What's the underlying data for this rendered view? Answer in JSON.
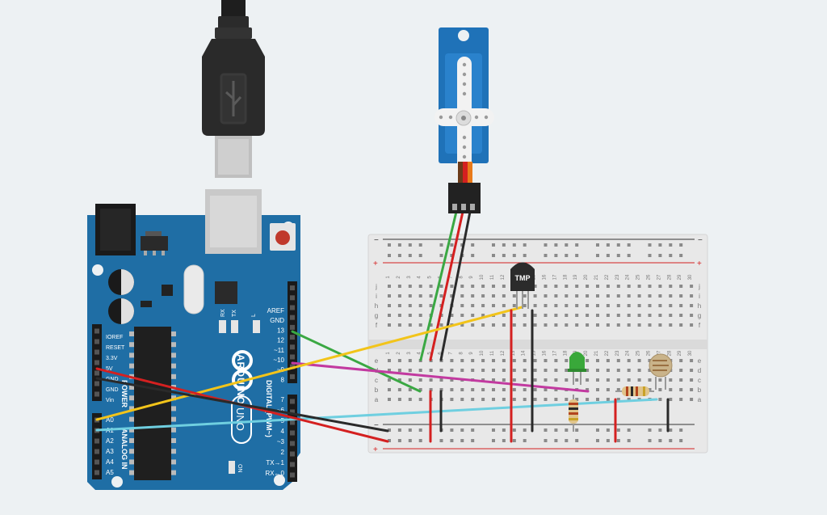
{
  "arduino": {
    "power_pins": [
      "IOREF",
      "RESET",
      "3.3V",
      "5V",
      "GND",
      "GND",
      "Vin"
    ],
    "power_label": "POWER",
    "analog_pins": [
      "A0",
      "A1",
      "A2",
      "A3",
      "A4",
      "A5"
    ],
    "analog_label": "ANALOG IN",
    "digital_pins_top": [
      "AREF",
      "GND",
      "13",
      "12",
      "~11",
      "~10",
      "~9",
      "8"
    ],
    "digital_pins_bottom": [
      "7",
      "~6",
      "~5",
      "4",
      "~3",
      "2",
      "TX→1",
      "RX←0"
    ],
    "digital_label": "DIGITAL (PWM~)",
    "brand": "ARDUINO",
    "model": "UNO",
    "on_label": "ON",
    "tx_label": "TX",
    "rx_label": "RX",
    "l_label": "L",
    "board_color": "#1f6ea5"
  },
  "breadboard": {
    "columns": [
      "1",
      "2",
      "3",
      "4",
      "5",
      "6",
      "7",
      "8",
      "9",
      "10",
      "11",
      "12",
      "13",
      "14",
      "15",
      "16",
      "17",
      "18",
      "19",
      "20",
      "21",
      "22",
      "23",
      "24",
      "25",
      "26",
      "27",
      "28",
      "29",
      "30"
    ],
    "top_rows": [
      "j",
      "i",
      "h",
      "g",
      "f"
    ],
    "bottom_rows": [
      "e",
      "d",
      "c",
      "b",
      "a"
    ],
    "plus": "+",
    "minus": "−"
  },
  "components": {
    "sensor_label": "TMP"
  },
  "wire_colors": {
    "red": "#d42020",
    "black": "#2a2a2a",
    "green": "#3aa843",
    "yellow": "#f2c41a",
    "magenta": "#c23aa0",
    "cyan": "#6fcfe0"
  }
}
